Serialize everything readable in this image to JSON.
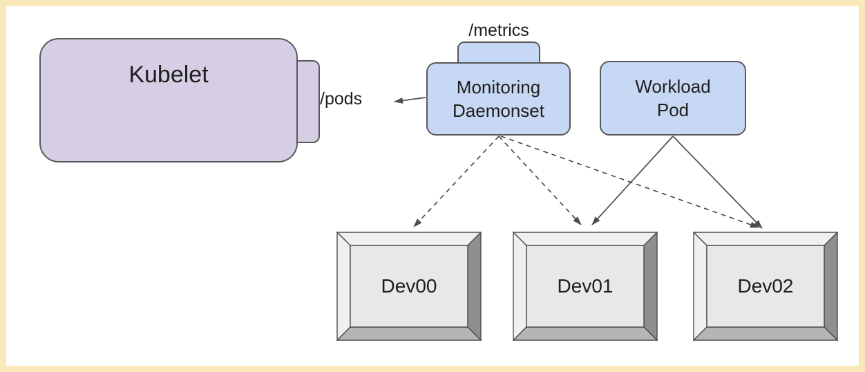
{
  "diagram": {
    "description": "Kubernetes device monitoring architecture diagram",
    "colors": {
      "frame": "#f9e8b8",
      "canvas": "#ffffff",
      "kubelet_fill": "#d5cee4",
      "pod_fill": "#c7d8f4",
      "node_border": "#595959",
      "arrow": "#4d4d4d",
      "bevel_light": "#f0f0f0",
      "bevel_dark": "#8f8f8f",
      "bevel_bottom": "#b5b5b5",
      "face_fill": "#e8e8e8"
    },
    "nodes": {
      "kubelet": {
        "label": "Kubelet"
      },
      "kubelet_endpoint": {
        "label": "/pods"
      },
      "monitoring_daemonset": {
        "label": "Monitoring\nDaemonset"
      },
      "metrics_endpoint": {
        "label": "/metrics"
      },
      "workload_pod": {
        "label": "Workload\nPod"
      },
      "dev00": {
        "label": "Dev00"
      },
      "dev01": {
        "label": "Dev01"
      },
      "dev02": {
        "label": "Dev02"
      }
    },
    "edges": [
      {
        "from": "monitoring_daemonset",
        "to": "kubelet",
        "style": "solid"
      },
      {
        "from": "monitoring_daemonset",
        "to": "dev00",
        "style": "dashed"
      },
      {
        "from": "monitoring_daemonset",
        "to": "dev01",
        "style": "dashed"
      },
      {
        "from": "monitoring_daemonset",
        "to": "dev02",
        "style": "dashed"
      },
      {
        "from": "workload_pod",
        "to": "dev01",
        "style": "solid"
      },
      {
        "from": "workload_pod",
        "to": "dev02",
        "style": "solid"
      }
    ]
  }
}
